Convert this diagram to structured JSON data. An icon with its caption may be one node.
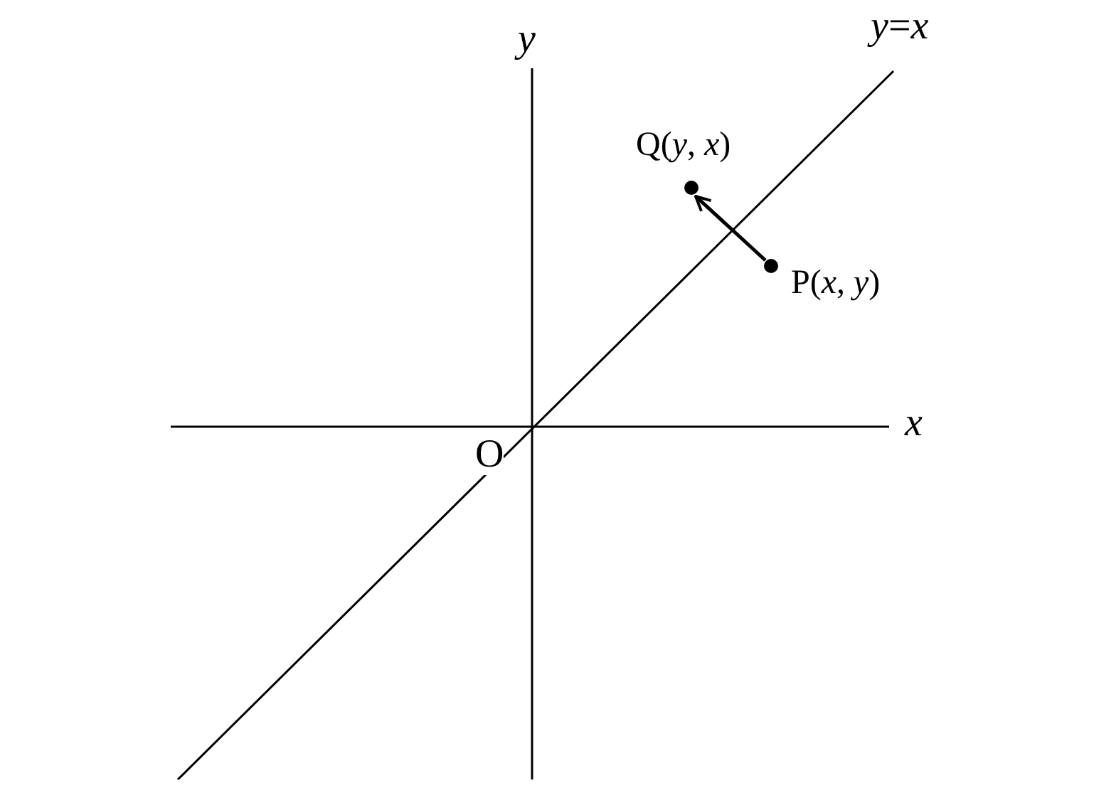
{
  "diagram": {
    "nodes": [
      {
        "text": [
          "Q(*y*, *x*)"
        ]
      },
      {
        "text": [
          "P(*x*, *y*)"
        ]
      }
    ],
    "edges": [
      {
        "from": 1,
        "to": 0,
        "arrow": "to"
      }
    ],
    "labels": [
      "y",
      "*y*=*x*",
      "x",
      "O"
    ]
  }
}
